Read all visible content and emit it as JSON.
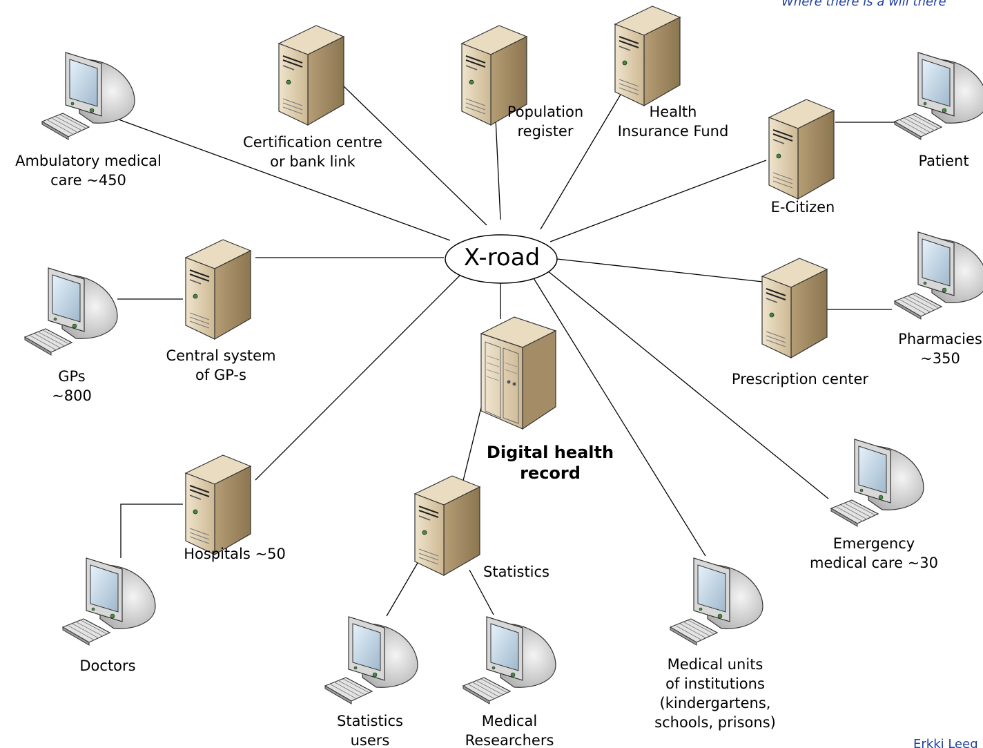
{
  "header_tagline": "Where there is a will there",
  "hub": {
    "label": "X-road"
  },
  "footer_author": "Erkki Leeg",
  "nodes": {
    "certification": "Certification centre\nor bank link",
    "population": "Population\nregister",
    "health_insurance": "Health\nInsurance Fund",
    "e_citizen": "E-Citizen",
    "patient": "Patient",
    "ambulatory": "Ambulatory medical\ncare ~450",
    "gps": "GPs\n~800",
    "central_gp": "Central system\nof GP-s",
    "prescription": "Prescription center",
    "pharmacies": "Pharmacies\n~350",
    "digital_record": "Digital health\nrecord",
    "hospitals": "Hospitals ~50",
    "doctors": "Doctors",
    "statistics": "Statistics",
    "statistics_users": "Statistics\nusers",
    "medical_researchers": "Medical\nResearchers",
    "medical_units": "Medical units\nof institutions\n(kindergartens,\nschools, prisons)",
    "emergency": "Emergency\nmedical care ~30"
  },
  "icons": {
    "server": "server-tower-icon",
    "computer": "desktop-computer-icon",
    "cabinet": "server-cabinet-icon"
  }
}
